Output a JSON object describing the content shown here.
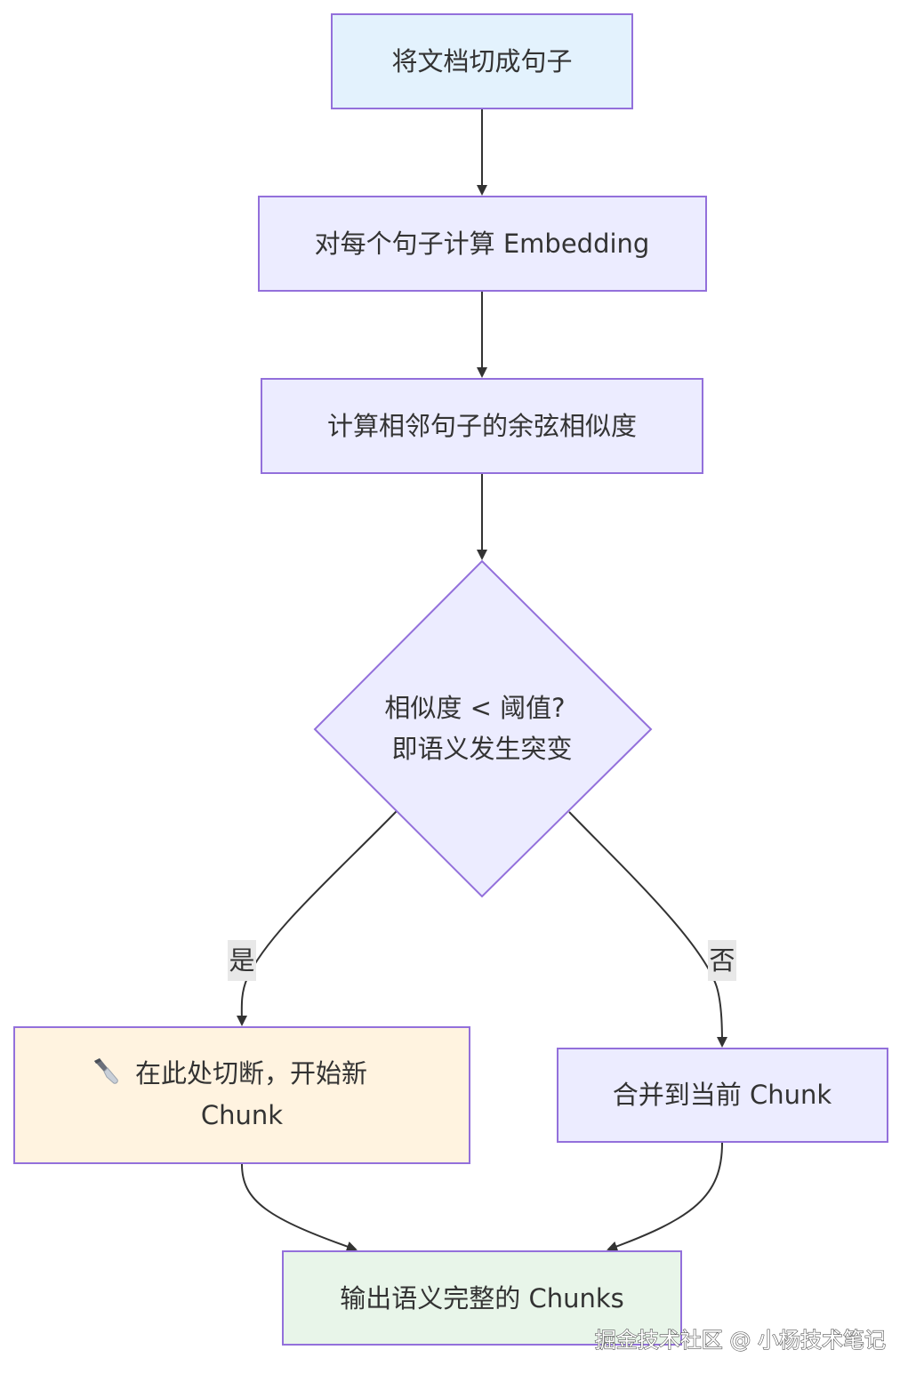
{
  "nodes": {
    "split_sentences": {
      "label": "将文档切成句子",
      "fill": "#e3f2fd",
      "stroke": "#9370db"
    },
    "compute_embedding": {
      "label": "对每个句子计算 Embedding",
      "fill": "#ececff",
      "stroke": "#9370db"
    },
    "compute_similarity": {
      "label": "计算相邻句子的余弦相似度",
      "fill": "#ececff",
      "stroke": "#9370db"
    },
    "decision": {
      "line1": "相似度 < 阈值?",
      "line2": "即语义发生突变",
      "fill": "#ececff",
      "stroke": "#9370db"
    },
    "cut_here": {
      "icon": "knife-icon",
      "line1": "在此处切断，开始新",
      "line2": "Chunk",
      "fill": "#fff3e0",
      "stroke": "#9370db"
    },
    "merge_current": {
      "label": "合并到当前 Chunk",
      "fill": "#ececff",
      "stroke": "#9370db"
    },
    "output_chunks": {
      "label": "输出语义完整的 Chunks",
      "fill": "#e8f5e9",
      "stroke": "#9370db"
    }
  },
  "edges": {
    "yes_label": "是",
    "no_label": "否",
    "line_color": "#333333",
    "label_bg": "#e8e8e8"
  },
  "watermark": "掘金技术社区 @ 小杨技术笔记"
}
